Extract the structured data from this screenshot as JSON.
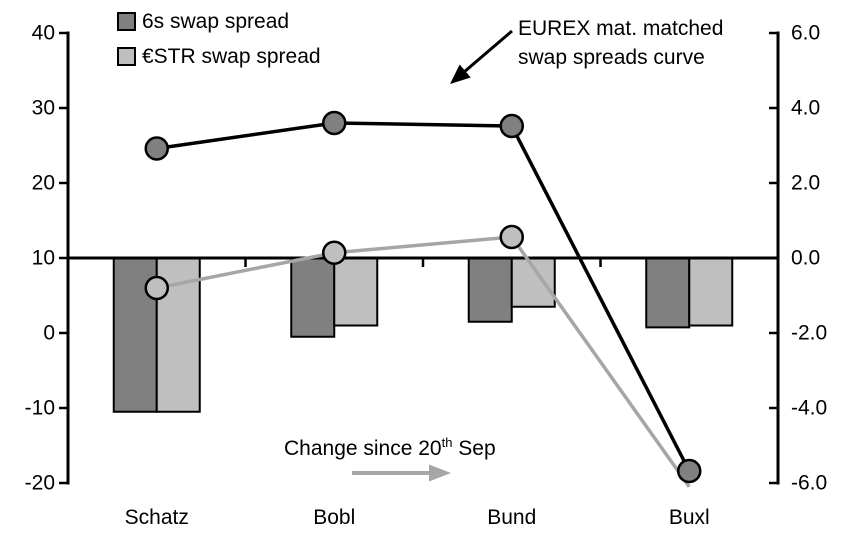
{
  "chart_data": {
    "type": "combo-line-bar",
    "categories": [
      "Schatz",
      "Bobl",
      "Bund",
      "Buxl"
    ],
    "left_axis": {
      "side": "left",
      "tick_labels": [
        "40",
        "30",
        "20",
        "10",
        "0",
        "-10",
        "-20"
      ],
      "ylim": [
        -20,
        40
      ],
      "crosses_at": 10
    },
    "right_axis": {
      "side": "right",
      "tick_labels": [
        "6.0",
        "4.0",
        "2.0",
        "0.0",
        "-2.0",
        "-4.0",
        "-6.0"
      ],
      "ylim": [
        -6,
        6
      ],
      "crosses_at": 0
    },
    "line_series": [
      {
        "name": "6s swap spread",
        "axis": "left",
        "line_color": "#000000",
        "marker_fill": "#808080",
        "values": [
          24.6,
          28,
          27.6,
          -18.4
        ],
        "markers": [
          true,
          true,
          true,
          true
        ]
      },
      {
        "name": "€STR swap spread",
        "axis": "left",
        "line_color": "#a6a6a6",
        "marker_fill": "#bfbfbf",
        "values": [
          6,
          10.7,
          12.8,
          -20.5
        ],
        "markers": [
          true,
          true,
          true,
          false
        ]
      }
    ],
    "bar_series": [
      {
        "name": "6s swap spread",
        "axis": "right",
        "color": "#808080",
        "values": [
          -4.1,
          -2.1,
          -1.7,
          -1.85
        ]
      },
      {
        "name": "€STR swap spread",
        "axis": "right",
        "color": "#bfbfbf",
        "values": [
          -4.1,
          -1.8,
          -1.3,
          -1.8
        ]
      }
    ],
    "legend": [
      {
        "label": "6s swap spread",
        "color": "#808080"
      },
      {
        "label": "€STR swap spread",
        "color": "#bfbfbf"
      }
    ],
    "annotations": {
      "eurex_line1": "EUREX mat. matched",
      "eurex_line2": "swap spreads curve",
      "change_prefix": "Change since 20",
      "change_sup": "th",
      "change_suffix": " Sep"
    },
    "grid": false,
    "legend_position": "top-left"
  }
}
